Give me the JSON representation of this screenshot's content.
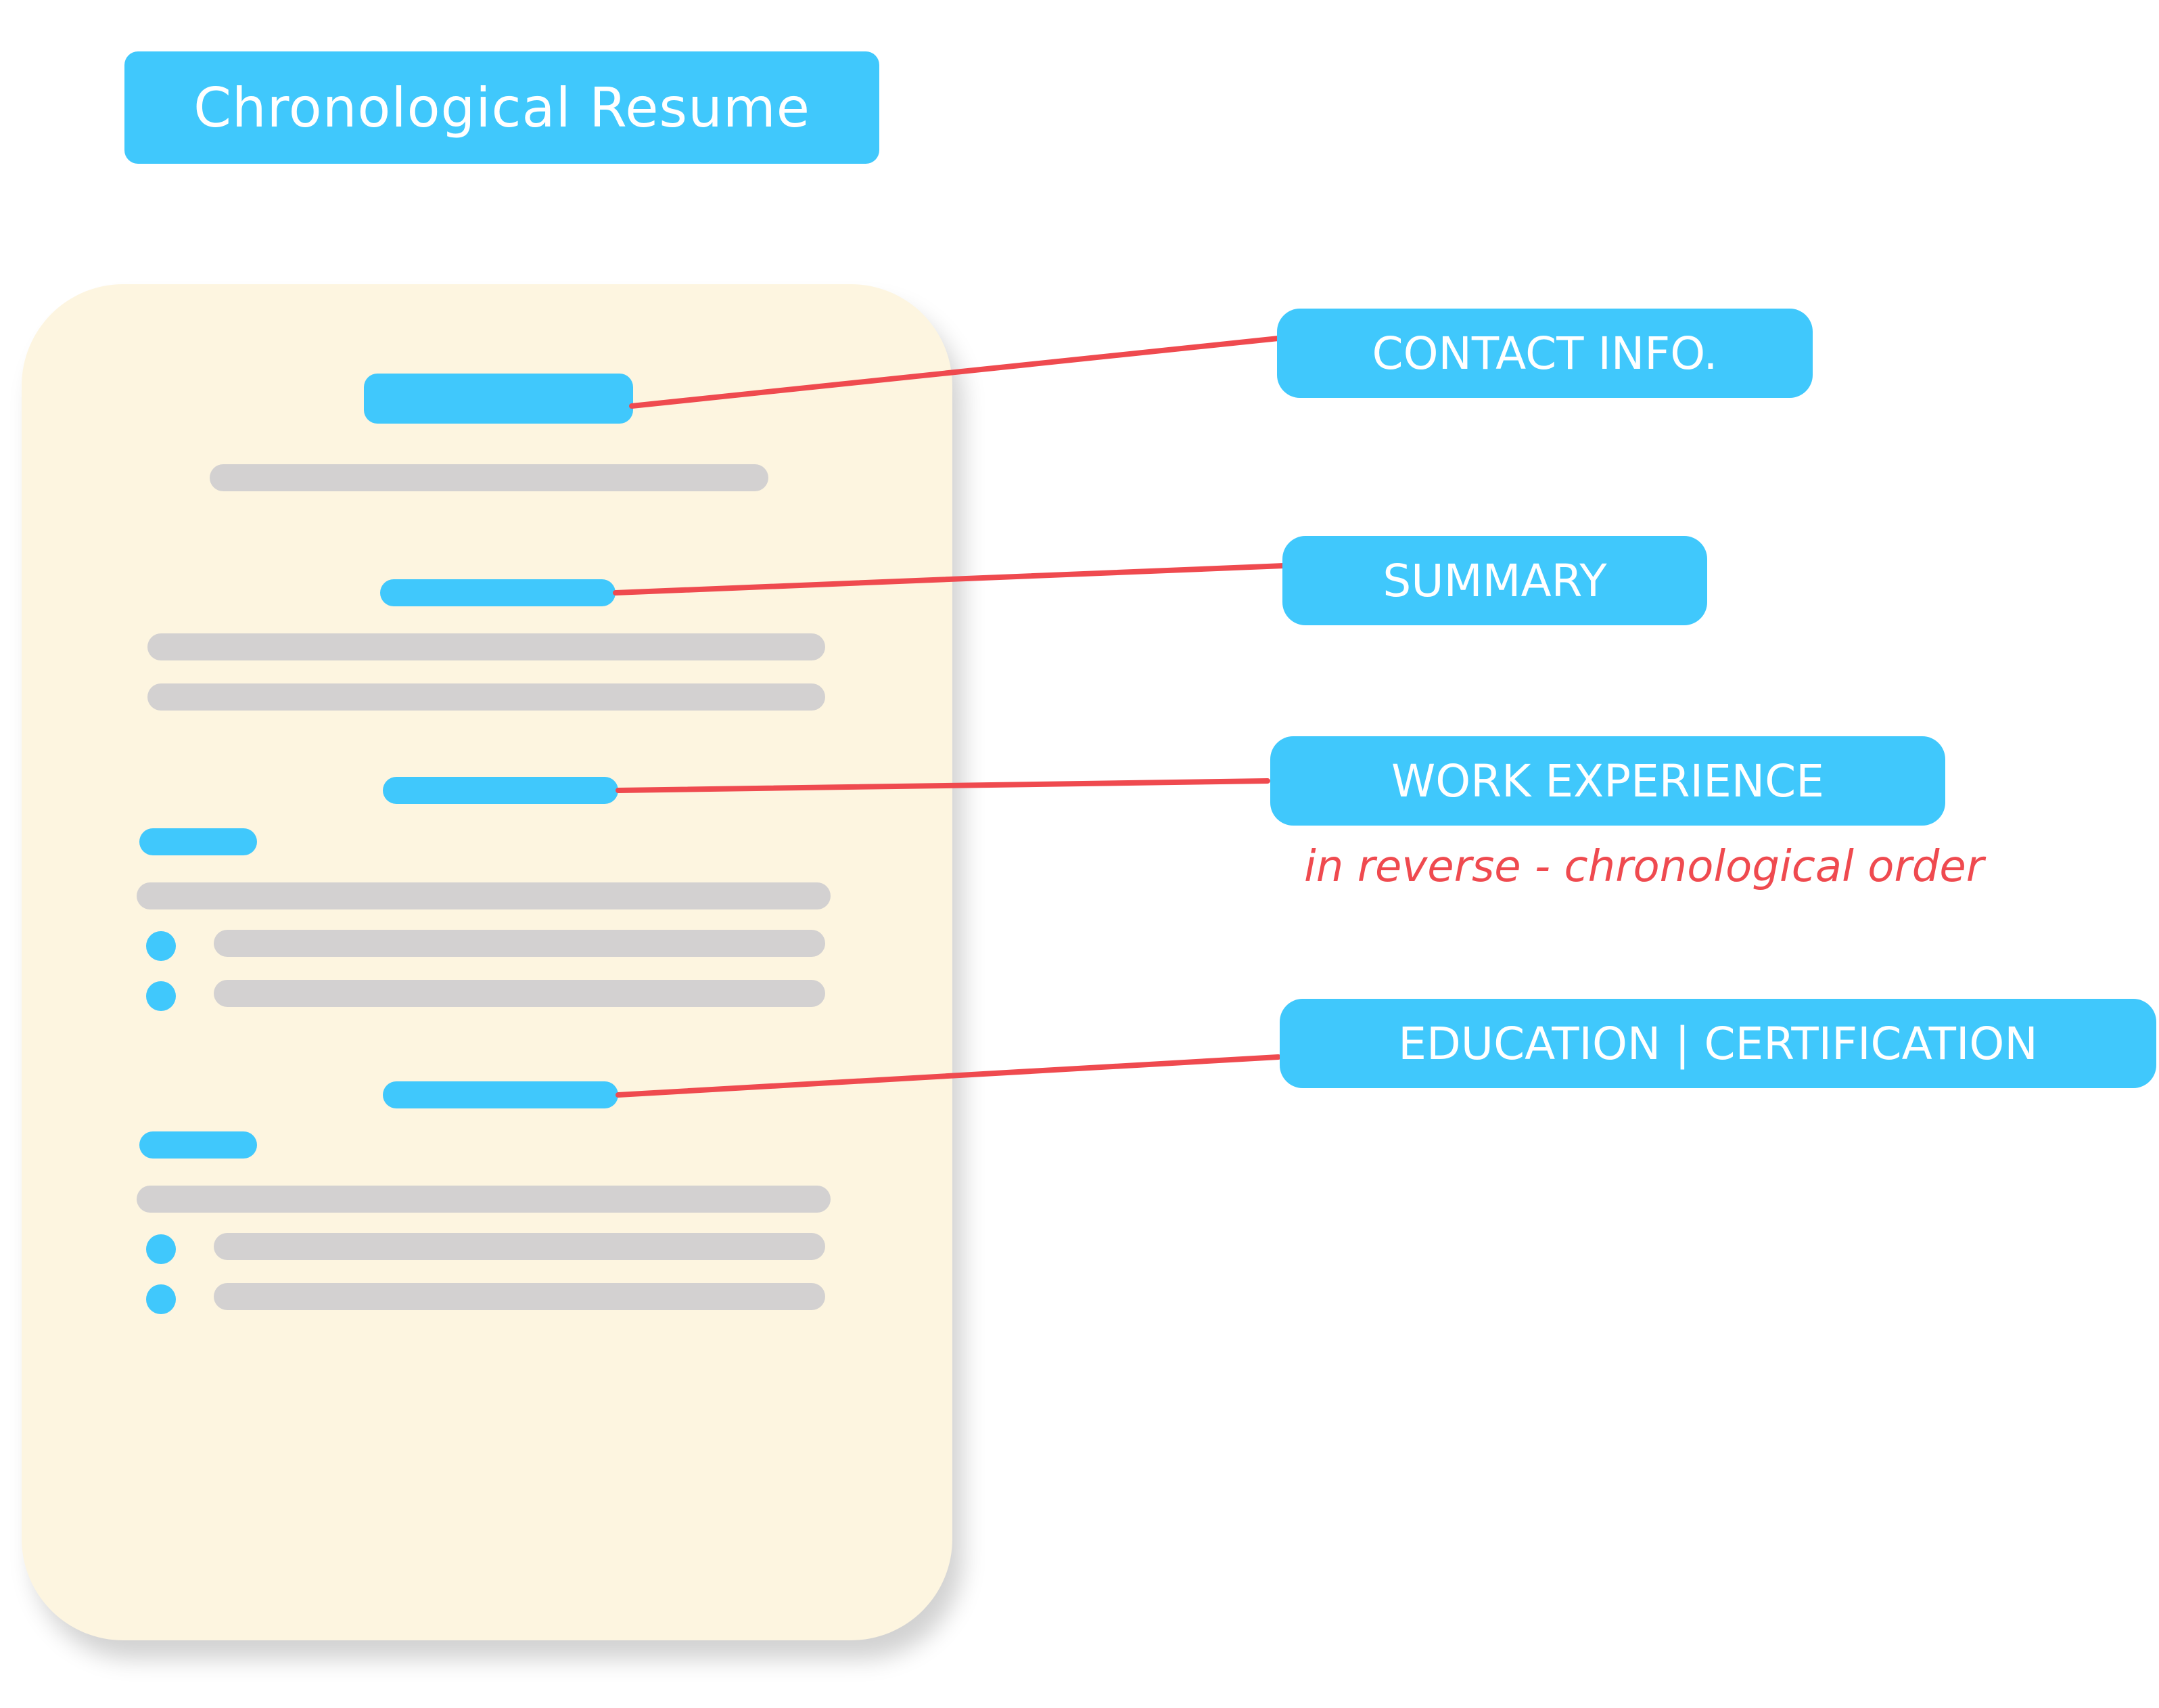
{
  "title": "Chronological Resume",
  "labels": {
    "contact": "CONTACT INFO.",
    "summary": "SUMMARY",
    "work": "WORK EXPERIENCE",
    "education": "EDUCATION | CERTIFICATION"
  },
  "work_note": "in reverse - chronological order",
  "colors": {
    "accent": "#40c8fc",
    "placeholder": "#d3d1d1",
    "paper": "#fdf5e0",
    "connector": "#ef4a4f"
  }
}
